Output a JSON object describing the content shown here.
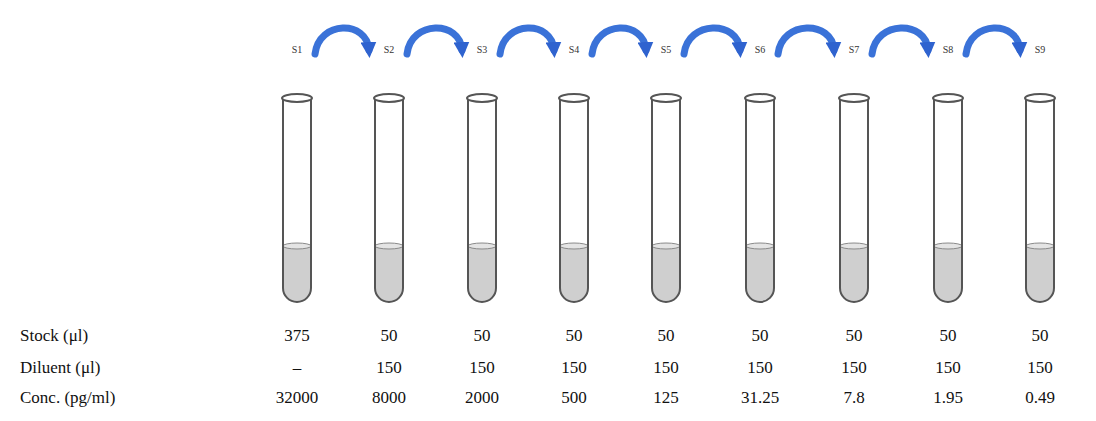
{
  "diagram": {
    "nodes": [
      {
        "text": [
          "S1"
        ]
      },
      {
        "text": [
          "S2"
        ]
      },
      {
        "text": [
          "S3"
        ]
      },
      {
        "text": [
          "S4"
        ]
      },
      {
        "text": [
          "S5"
        ]
      },
      {
        "text": [
          "S6"
        ]
      },
      {
        "text": [
          "S7"
        ]
      },
      {
        "text": [
          "S8"
        ]
      },
      {
        "text": [
          "S9"
        ]
      }
    ],
    "edges": [
      {
        "from": 0,
        "to": 1,
        "arrow": "to"
      },
      {
        "from": 1,
        "to": 2,
        "arrow": "to"
      },
      {
        "from": 2,
        "to": 3,
        "arrow": "to"
      },
      {
        "from": 3,
        "to": 4,
        "arrow": "to"
      },
      {
        "from": 4,
        "to": 5,
        "arrow": "to"
      },
      {
        "from": 5,
        "to": 6,
        "arrow": "to"
      },
      {
        "from": 6,
        "to": 7,
        "arrow": "to"
      },
      {
        "from": 7,
        "to": 8,
        "arrow": "to"
      }
    ],
    "labels": [
      "Stock (μl)",
      "375",
      "50",
      "50",
      "50",
      "50",
      "50",
      "50",
      "50",
      "50",
      "Diluent (μl)",
      "–",
      "150",
      "150",
      "150",
      "150",
      "150",
      "150",
      "150",
      "150",
      "Conc. (pg/ml)",
      "32000",
      "8000",
      "2000",
      "500",
      "125",
      "31.25",
      "7.8",
      "1.95",
      "0.49"
    ]
  }
}
